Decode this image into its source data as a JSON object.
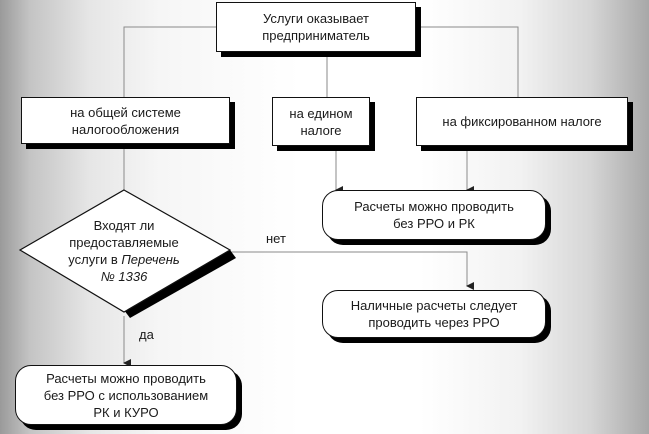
{
  "diagram": {
    "root": {
      "text_line1": "Услуги оказывает",
      "text_line2": "предприниматель"
    },
    "branches": [
      {
        "text_line1": "на общей системе",
        "text_line2": "налогообложения"
      },
      {
        "text_line1": "на едином",
        "text_line2": "налоге"
      },
      {
        "text_line1": "на фиксированном налоге"
      }
    ],
    "decision": {
      "line1": "Входят ли",
      "line2": "предоставляемые",
      "line3_plain": "услуги в ",
      "line3_italic": "Перечень",
      "line4_italic": "№ 1336"
    },
    "edge_labels": {
      "no": "нет",
      "yes": "да"
    },
    "outcomes": {
      "no_rro_no_rk": {
        "text_line1": "Расчеты можно проводить",
        "text_line2": "без РРО и РК"
      },
      "cash_via_rro": {
        "text_line1": "Наличные расчеты следует",
        "text_line2": "проводить через РРО"
      },
      "no_rro_with_rk": {
        "text_line1": "Расчеты можно проводить",
        "text_line2": "без РРО с использованием",
        "text_line3": "РК и КУРО"
      }
    }
  }
}
